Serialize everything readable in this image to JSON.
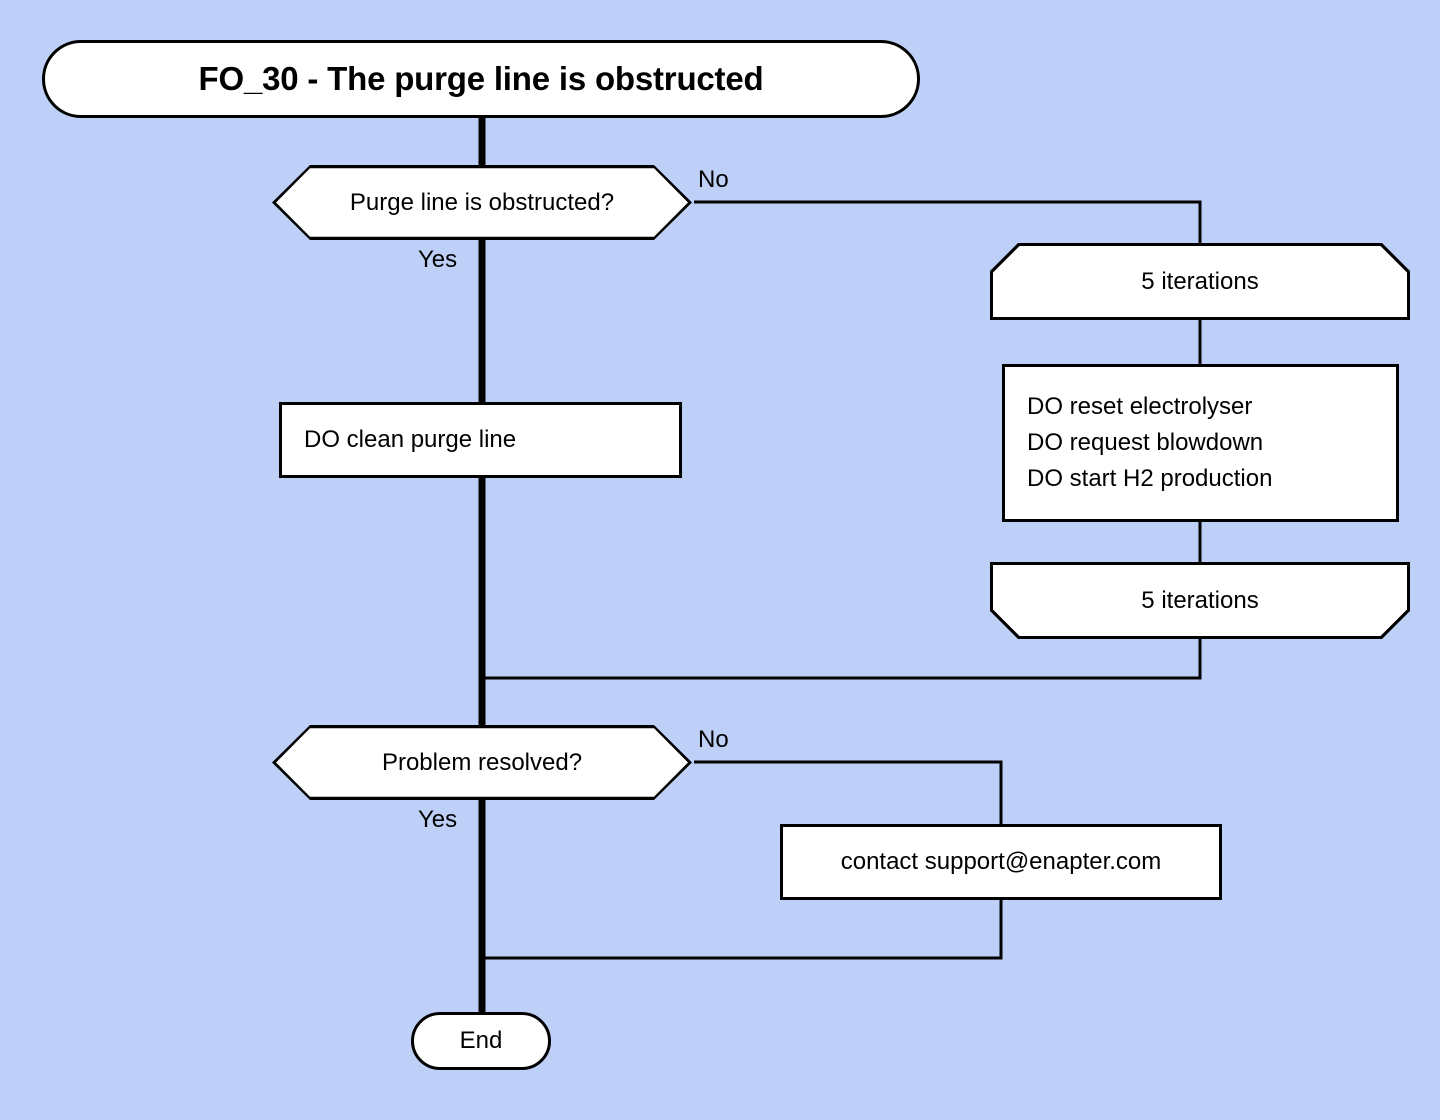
{
  "diagram": {
    "title": "FO_30 - The purge line is obstructed",
    "background_color": "#bed0f7",
    "node_fill": "#ffffff",
    "stroke_color": "#000000"
  },
  "nodes": {
    "title": {
      "label": "FO_30 - The purge line is obstructed",
      "shape": "rounded-pill"
    },
    "decision_1": {
      "label": "Purge line is obstructed?",
      "shape": "hexagon"
    },
    "action_clean": {
      "label": "DO clean purge line",
      "shape": "rectangle"
    },
    "loop_start": {
      "label": "5 iterations",
      "shape": "loop-start"
    },
    "actions_block": {
      "shape": "rectangle",
      "lines": [
        "DO reset electrolyser",
        "DO request blowdown",
        "DO start H2 production"
      ]
    },
    "loop_end": {
      "label": "5 iterations",
      "shape": "loop-end"
    },
    "decision_2": {
      "label": "Problem resolved?",
      "shape": "hexagon"
    },
    "action_contact": {
      "label": "contact support@enapter.com",
      "shape": "rectangle"
    },
    "end": {
      "label": "End",
      "shape": "rounded-pill"
    }
  },
  "edge_labels": {
    "d1_yes": "Yes",
    "d1_no": "No",
    "d2_yes": "Yes",
    "d2_no": "No"
  }
}
